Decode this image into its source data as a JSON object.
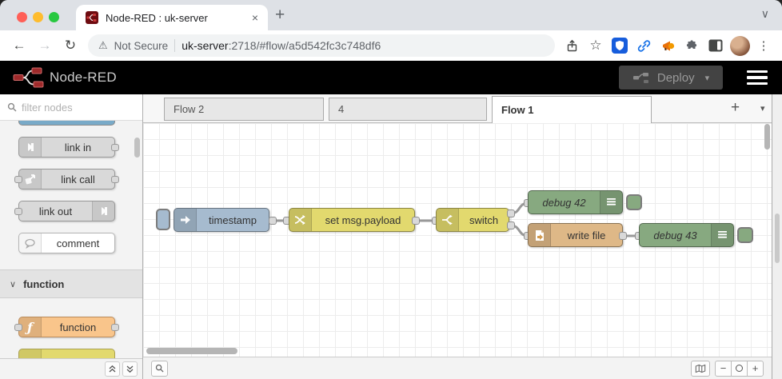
{
  "browser": {
    "tab_title": "Node-RED : uk-server",
    "tab_close_glyph": "×",
    "new_tab_glyph": "+",
    "strip_chevron_glyph": "∨",
    "back_glyph": "←",
    "forward_glyph": "→",
    "reload_glyph": "↻",
    "warning_glyph": "⚠",
    "not_secure_label": "Not Secure",
    "url_host": "uk-server",
    "url_rest": ":2718/#flow/a5d542fc3c748df6",
    "star_glyph": "☆",
    "menu_dots_glyph": "⋮",
    "icons": [
      "share-icon",
      "bookmark-star-icon",
      "bitwarden-extension-icon",
      "link-extension-icon",
      "megaphone-extension-icon",
      "extensions-puzzle-icon",
      "sidebar-toggle-icon",
      "profile-avatar",
      "menu-dots-icon"
    ]
  },
  "nodered": {
    "header": {
      "title": "Node-RED",
      "deploy_label": "Deploy",
      "deploy_caret": "▾"
    },
    "palette": {
      "search_placeholder": "filter nodes",
      "items": [
        {
          "label": "link in"
        },
        {
          "label": "link call"
        },
        {
          "label": "link out"
        },
        {
          "label": "comment"
        }
      ],
      "category_label": "function",
      "category_chevron": "∨",
      "function_item_label": "function",
      "function_glyph": "ƒ"
    },
    "flow_tabs": [
      {
        "label": "Flow 2"
      },
      {
        "label": "4"
      },
      {
        "label": "Flow 1"
      }
    ],
    "tab_add_glyph": "+",
    "tab_menu_glyph": "▾",
    "flow": {
      "nodes": [
        {
          "label": "timestamp",
          "type": "inject",
          "color": "#a6bbcf"
        },
        {
          "label": "set msg.payload",
          "type": "change",
          "color": "#e2d96e"
        },
        {
          "label": "switch",
          "type": "switch",
          "color": "#e2d96e"
        },
        {
          "label": "debug 42",
          "type": "debug",
          "color": "#87a980"
        },
        {
          "label": "write file",
          "type": "file",
          "color": "#deb887"
        },
        {
          "label": "debug 43",
          "type": "debug",
          "color": "#87a980"
        }
      ]
    },
    "footer": {
      "zoom_out_glyph": "−",
      "zoom_in_glyph": "+"
    },
    "colors": {
      "header_bg": "#000000",
      "inject": "#a6bbcf",
      "yellow": "#e2d96e",
      "debug": "#87a980",
      "file": "#deb887",
      "function": "#f9c58b",
      "link_gray": "#d9d9d9"
    }
  }
}
